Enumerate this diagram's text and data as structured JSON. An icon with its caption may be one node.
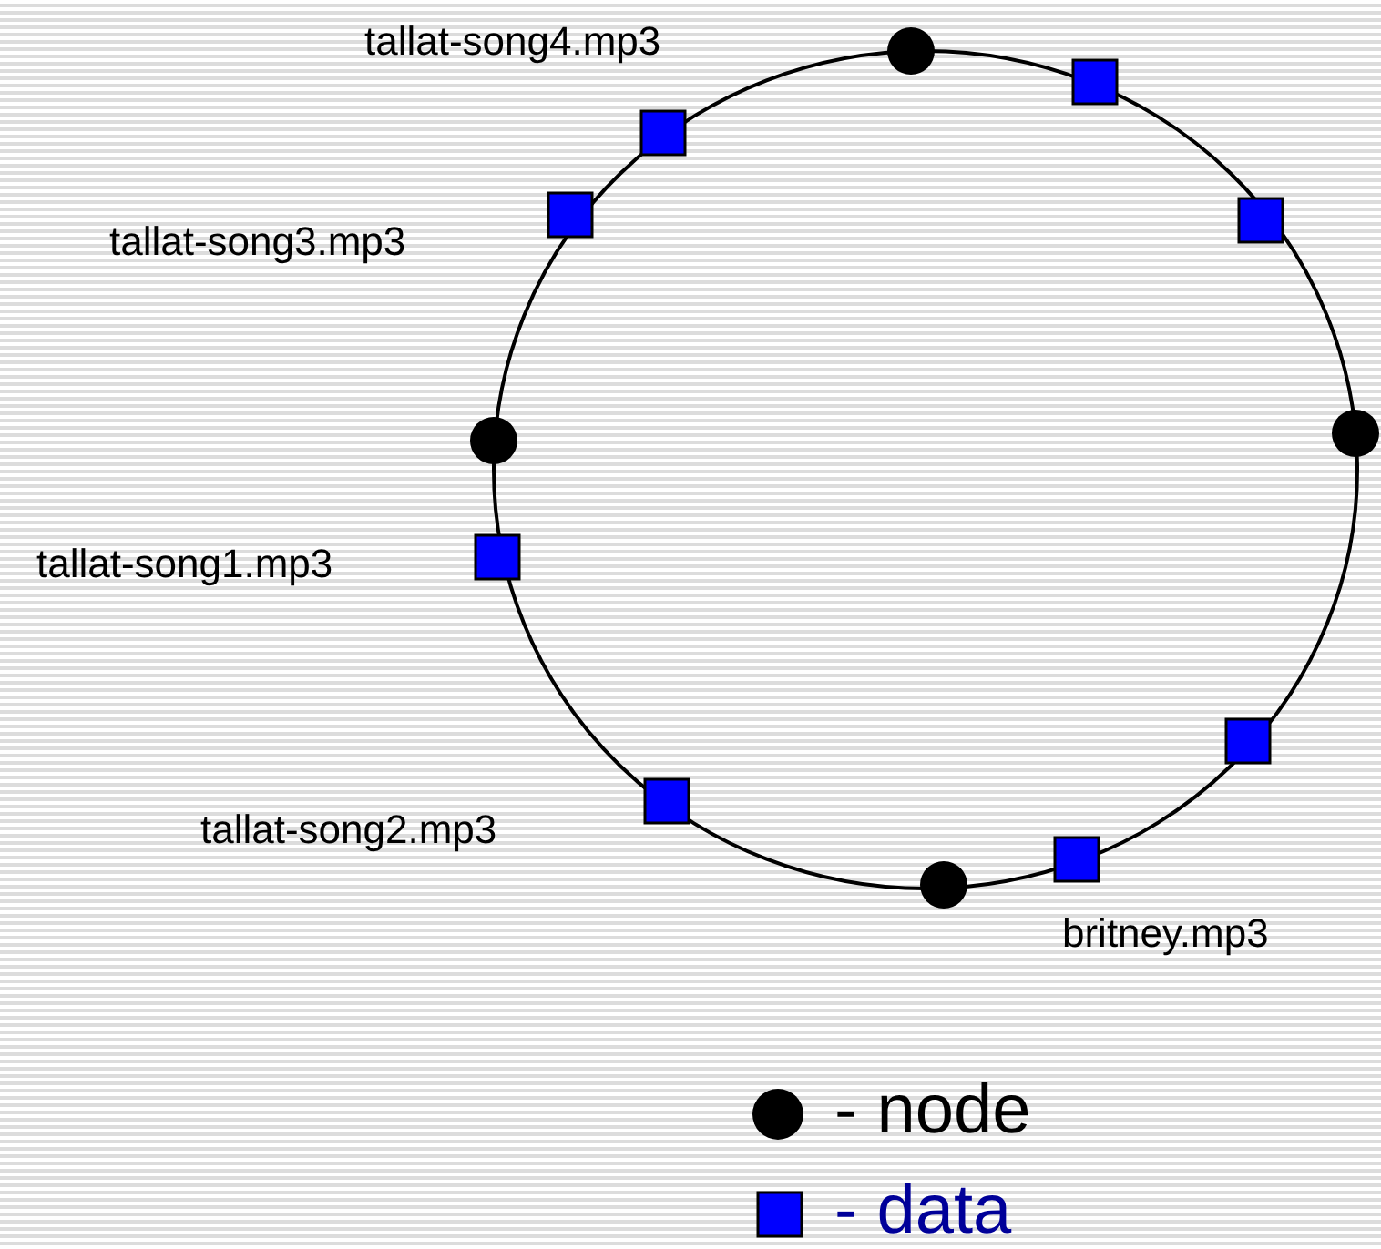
{
  "diagram": {
    "labels": [
      "tallat-song4.mp3",
      "tallat-song3.mp3",
      "tallat-song1.mp3",
      "tallat-song2.mp3",
      "britney.mp3"
    ],
    "legend": [
      {
        "text": "- node"
      },
      {
        "text": "- data"
      }
    ]
  }
}
